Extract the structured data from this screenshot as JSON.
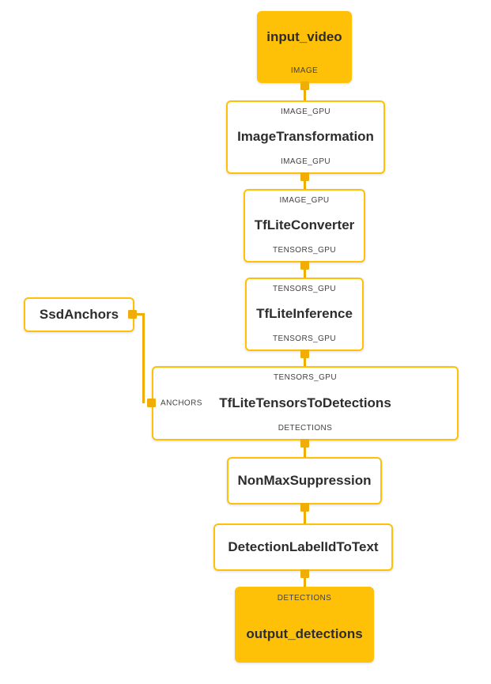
{
  "diagram": {
    "accent_color": "#FFC107",
    "edge_color": "#EFAD05",
    "nodes": {
      "input_video": {
        "title": "input_video",
        "output_label": "IMAGE"
      },
      "image_transformation": {
        "input_label": "IMAGE_GPU",
        "title": "ImageTransformation",
        "output_label": "IMAGE_GPU"
      },
      "tflite_converter": {
        "input_label": "IMAGE_GPU",
        "title": "TfLiteConverter",
        "output_label": "TENSORS_GPU"
      },
      "tflite_inference": {
        "input_label": "TENSORS_GPU",
        "title": "TfLiteInference",
        "output_label": "TENSORS_GPU"
      },
      "ssd_anchors": {
        "title": "SsdAnchors"
      },
      "tflite_tensors_to_detections": {
        "input_label": "TENSORS_GPU",
        "side_input_label": "ANCHORS",
        "title": "TfLiteTensorsToDetections",
        "output_label": "DETECTIONS"
      },
      "non_max_suppression": {
        "title": "NonMaxSuppression"
      },
      "detection_label_id_to_text": {
        "title": "DetectionLabelIdToText"
      },
      "output_detections": {
        "input_label": "DETECTIONS",
        "title": "output_detections"
      }
    }
  }
}
